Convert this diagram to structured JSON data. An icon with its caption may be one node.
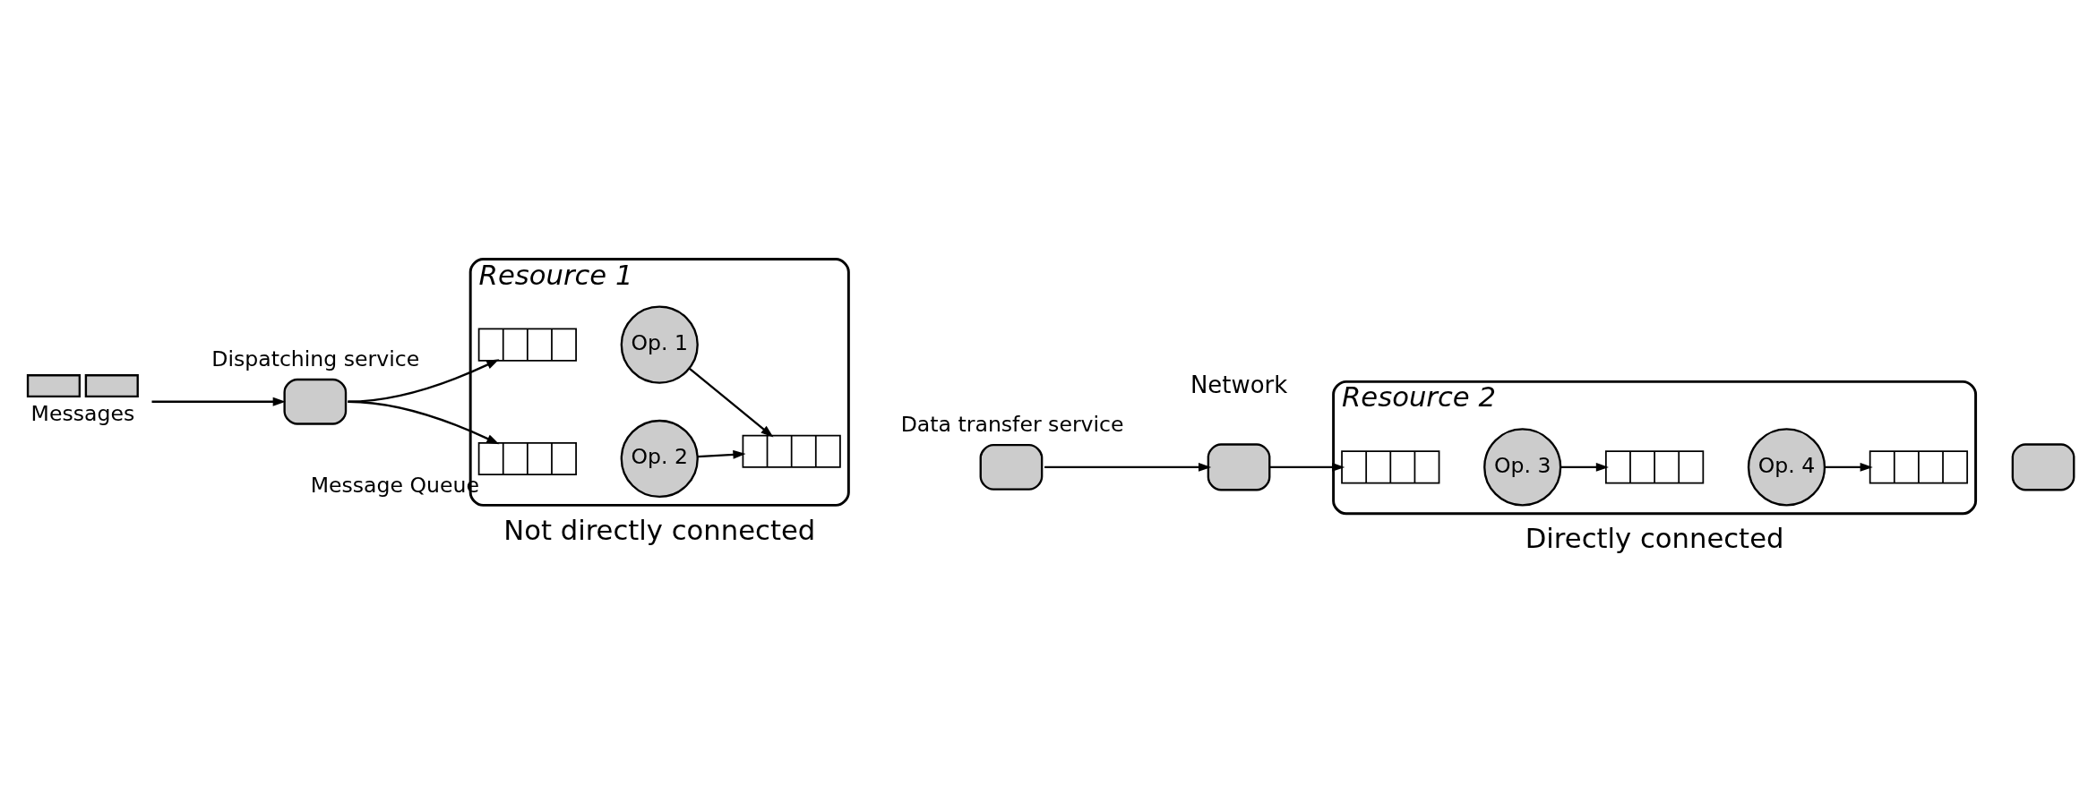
{
  "diagram": {
    "nodes": [
      {
        "text": [
          "Resource 1"
        ],
        "beside": [
          "Not directly connected"
        ]
      },
      {
        "text": [
          "Resource 2"
        ],
        "beside": [
          "Directly connected"
        ]
      },
      {
        "text": [
          "Messages"
        ]
      },
      {
        "text": [
          "Dispatching service"
        ]
      },
      {
        "text": [],
        "shape": "queue",
        "in": 0
      },
      {
        "text": [
          "Op. 1"
        ],
        "in": 0
      },
      {
        "text": [],
        "shape": "queue",
        "in": 0,
        "beside": [
          "Message Queue"
        ]
      },
      {
        "text": [
          "Op. 2"
        ],
        "in": 0
      },
      {
        "text": [],
        "shape": "queue",
        "in": 0
      },
      {
        "text": [
          "Data transfer service"
        ]
      },
      {
        "text": [],
        "shape": "box"
      },
      {
        "text": [],
        "shape": "queue",
        "in": 1
      },
      {
        "text": [
          "Op. 3"
        ],
        "in": 1
      },
      {
        "text": [],
        "shape": "queue",
        "in": 1
      },
      {
        "text": [
          "Op. 4"
        ],
        "in": 1
      },
      {
        "text": [],
        "shape": "queue",
        "in": 1
      },
      {
        "text": [],
        "shape": "box"
      }
    ],
    "edges": [
      {
        "from": 2,
        "to": 3,
        "arrow": "to"
      },
      {
        "from": 3,
        "to": 4,
        "arrow": "to"
      },
      {
        "from": 3,
        "to": 6,
        "arrow": "to"
      },
      {
        "from": 5,
        "to": 8,
        "arrow": "to"
      },
      {
        "from": 7,
        "to": 8,
        "arrow": "to"
      },
      {
        "from": 9,
        "to": 10,
        "arrow": "to"
      },
      {
        "from": 10,
        "to": 11,
        "arrow": "to"
      },
      {
        "from": 12,
        "to": 13,
        "arrow": "to"
      },
      {
        "from": 14,
        "to": 15,
        "arrow": "to"
      }
    ],
    "labels": [
      "Network"
    ]
  }
}
